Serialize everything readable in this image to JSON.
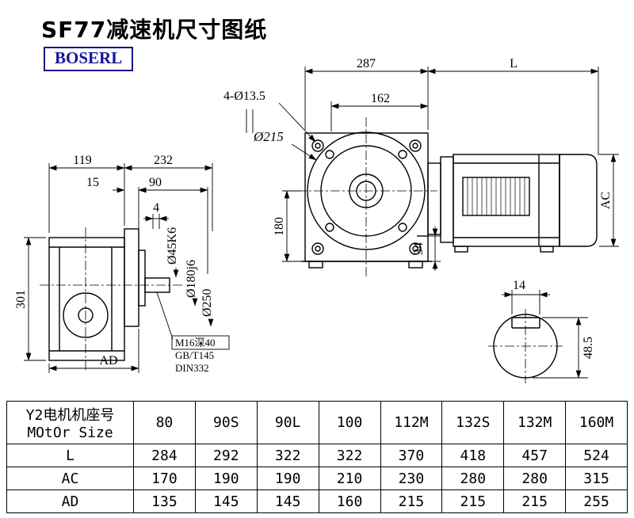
{
  "page": {
    "title": "SF77减速机尺寸图纸",
    "brand": "BOSERL"
  },
  "drawing": {
    "side": {
      "d119": "119",
      "d232": "232",
      "d15": "15",
      "d90": "90",
      "d4": "4",
      "d301": "301",
      "dAD": "AD",
      "shaft_dia": "Ø45K6",
      "spigot_dia": "Ø180j6",
      "flange_dia": "Ø250",
      "note1": "M16深40",
      "note2": "GB/T145",
      "note3": "DIN332"
    },
    "front": {
      "d287": "287",
      "d162": "162",
      "dL": "L",
      "holes": "4-Ø13.5",
      "circle_dia": "Ø215",
      "d180": "180",
      "d34": "34",
      "dAC": "AC"
    },
    "shaft": {
      "d14": "14",
      "d485": "48.5"
    }
  },
  "table": {
    "header": {
      "line1": "Y2电机机座号",
      "line2": "MOtOr Size"
    },
    "columns": [
      "80",
      "90S",
      "90L",
      "100",
      "112M",
      "132S",
      "132M",
      "160M"
    ],
    "rows": [
      {
        "label": "L",
        "values": [
          "284",
          "292",
          "322",
          "322",
          "370",
          "418",
          "457",
          "524"
        ]
      },
      {
        "label": "AC",
        "values": [
          "170",
          "190",
          "190",
          "210",
          "230",
          "280",
          "280",
          "315"
        ]
      },
      {
        "label": "AD",
        "values": [
          "135",
          "145",
          "145",
          "160",
          "215",
          "215",
          "215",
          "255"
        ]
      }
    ]
  }
}
